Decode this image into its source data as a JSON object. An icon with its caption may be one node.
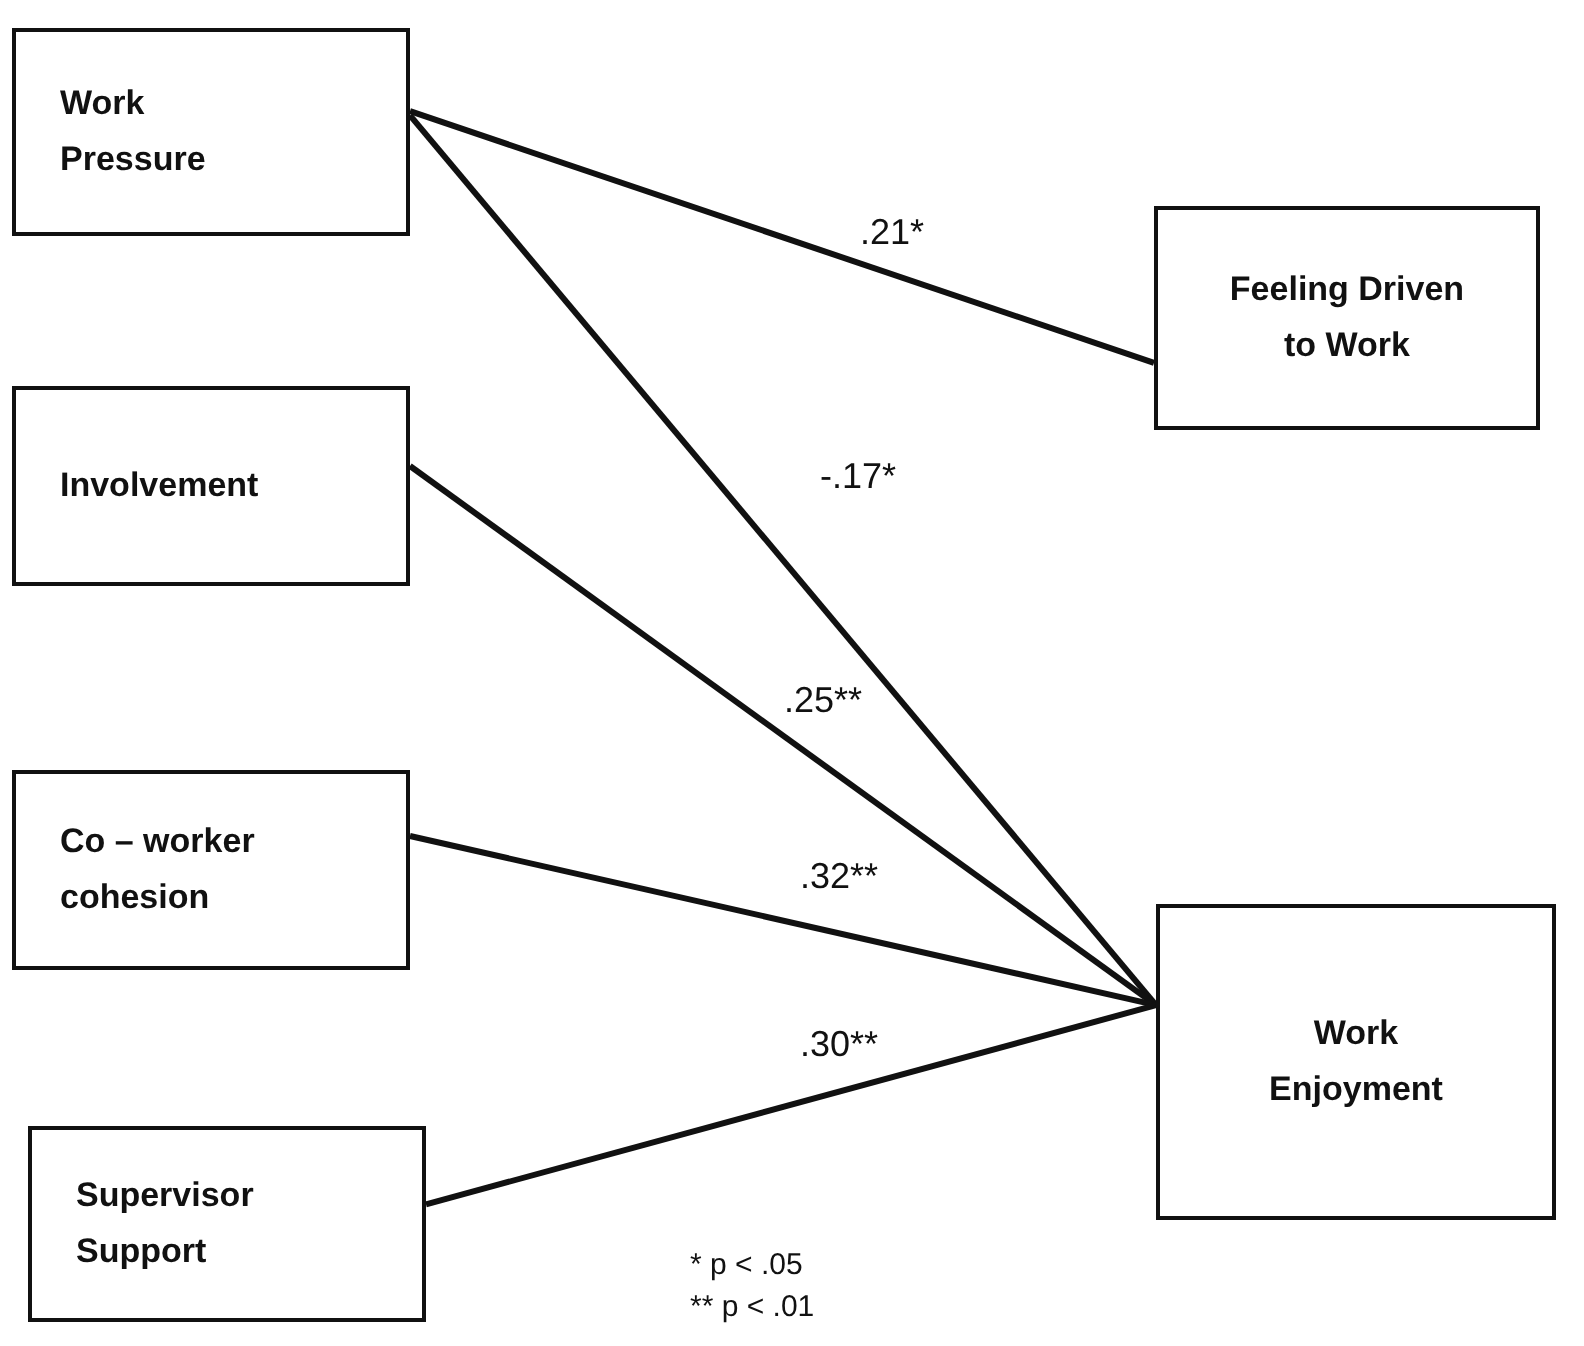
{
  "diagram": {
    "nodes": [
      {
        "text": [
          "Work Pressure"
        ]
      },
      {
        "text": [
          "Involvement"
        ]
      },
      {
        "text": [
          "Co – worker cohesion"
        ]
      },
      {
        "text": [
          "Supervisor Support"
        ]
      },
      {
        "text": [
          "Feeling Driven to Work"
        ]
      },
      {
        "text": [
          "Work Enjoyment"
        ]
      }
    ],
    "edges": [
      {
        "from": 0,
        "to": 4,
        "arrow": "none",
        "label": ".21*"
      },
      {
        "from": 0,
        "to": 5,
        "arrow": "none",
        "label": "-.17*"
      },
      {
        "from": 1,
        "to": 5,
        "arrow": "none",
        "label": ".25**"
      },
      {
        "from": 2,
        "to": 5,
        "arrow": "none",
        "label": ".32**"
      },
      {
        "from": 3,
        "to": 5,
        "arrow": "none",
        "label": ".30**"
      }
    ],
    "labels": [
      "* p < .05",
      "** p < .01"
    ]
  }
}
